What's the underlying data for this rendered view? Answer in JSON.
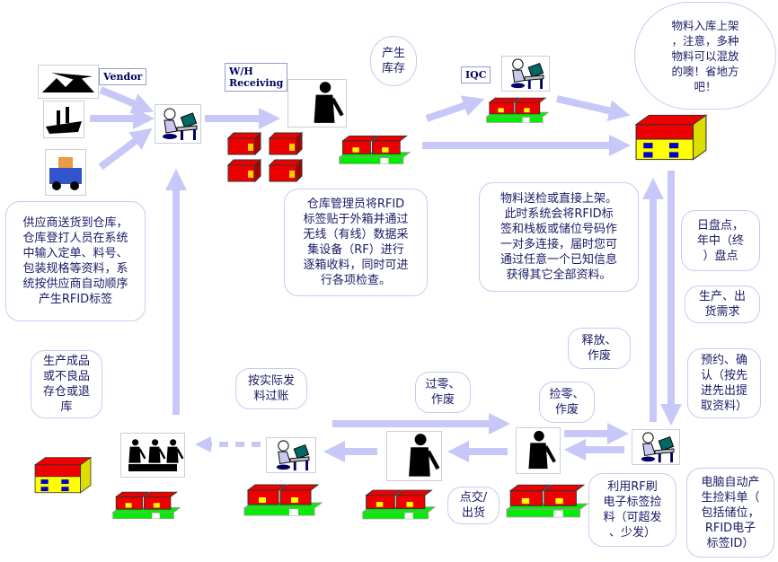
{
  "labels": {
    "vendor": "Vendor",
    "receiving": "W/H\nReceiving",
    "iqc": "IQC"
  },
  "callouts": {
    "stock": "产生\n库存",
    "shelf": "物料入库上架\n，注意，多种\n物料可以混放\n的噢！省地方\n吧！",
    "vendor": "供应商送货到仓库，\n仓库登打人员在系统\n中输入定单、料号、\n包装规格等资料，系\n统按供应商自动顺序\n产生RFID标签",
    "receiving": "仓库管理员将RFID\n标签贴于外箱并通过\n无线（有线）数据采\n集设备（RF）进行\n逐箱收料，同时可进\n行各项检查。",
    "inspect": "物料送检或直接上架。\n此时系统会将RFID标\n签和栈板或储位号码作\n一对多连接，届时您可\n通过任意一个已知信息\n获得其它全部资料。",
    "count": "日盘点，\n年中（终\n）盘点",
    "demand": "生产、出\n货需求",
    "reserve": "预约、确\n认（按先\n进先出提\n取资料）",
    "release": "释放、\n作废",
    "pick_zero": "捡零、\n作废",
    "pass_zero": "过零、\n作废",
    "post": "按实际发\n料过账",
    "return": "生产成品\n或不良品\n存仓或退\n库",
    "ship": "点交/\n出货",
    "rf_pick": "利用RF刷\n电子标签捡\n料（可超发\n、少发）",
    "auto_pick": "电脑自动产\n生捡料单（\n包括储位，\nRFID电子\n标签ID）"
  },
  "colors": {
    "arrow": "#c8c8f8",
    "bubble_border": "#c9c9f2",
    "text": "#1a1a66",
    "box_red": "#ee0000",
    "box_yellow": "#ffff00",
    "pallet_green": "#00ee00"
  }
}
